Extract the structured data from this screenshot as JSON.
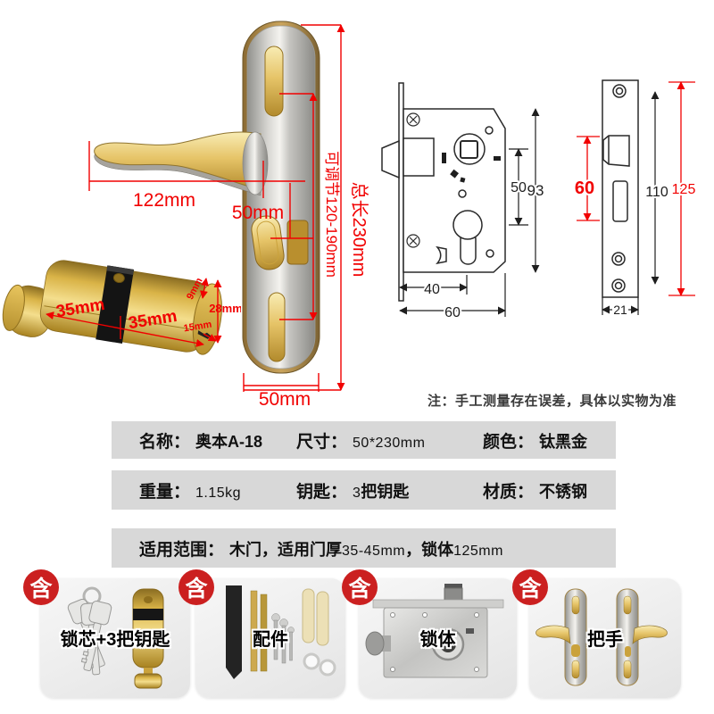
{
  "handle_photo": {
    "dim_lever_length": "122mm",
    "dim_handle_to_knob": "50mm",
    "dim_adjustable": "可调节120-190mm",
    "dim_total_length": "总长230mm",
    "dim_plate_width": "50mm"
  },
  "cylinder_photo": {
    "dim_half_a": "35mm",
    "dim_half_b": "35mm",
    "dim_cam": "9mm",
    "dim_height": "28mm",
    "dim_face": "15mm"
  },
  "lock_body_diagram": {
    "dim_spindle_to_cylinder": "50",
    "dim_body_height": "93",
    "dim_backset": "40",
    "dim_body_depth": "60"
  },
  "strike_plate_diagram": {
    "dim_latch_to_bolt": "60",
    "dim_screw_span": "110",
    "dim_plate_height": "125",
    "dim_plate_width": "21"
  },
  "note": "注：手工测量存在误差，具体以实物为准",
  "spec_table": {
    "row1": {
      "c1_label": "名称：",
      "c1_value": "奥本A-18",
      "c2_label": "尺寸：",
      "c2_value": "50*230mm",
      "c3_label": "颜色：",
      "c3_value": "钛黑金"
    },
    "row2": {
      "c1_label": "重量：",
      "c1_value": "1.15kg",
      "c2_label": "钥匙：",
      "c2_value_num": "3",
      "c2_value_text": "把钥匙",
      "c3_label": "材质：",
      "c3_value": "不锈钢"
    },
    "row3": {
      "label": "适用范围：",
      "part1": "木门，适用门厚",
      "part2": "35-45mm",
      "part3": "，锁体",
      "part4": "125mm"
    }
  },
  "included_cards": [
    {
      "badge": "含",
      "label": "锁芯+3把钥匙"
    },
    {
      "badge": "含",
      "label": "配件"
    },
    {
      "badge": "含",
      "label": "锁体"
    },
    {
      "badge": "含",
      "label": "把手"
    }
  ],
  "colors": {
    "dimension_red": "#f10000",
    "badge_red": "#cb2020",
    "table_row_gray": "#d8d8d8",
    "brass_gold": "#d9b347",
    "line_black": "#2a2a2a"
  }
}
